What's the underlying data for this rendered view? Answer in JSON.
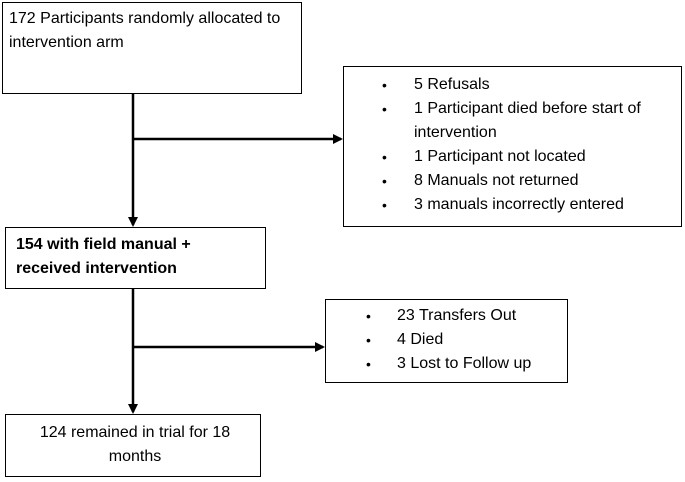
{
  "flow": {
    "allocated": "172 Participants randomly allocated to intervention arm",
    "intervention_count": "154",
    "intervention_rest": " with field manual + received intervention",
    "remained": "124 remained in trial for 18 months"
  },
  "exclusions_1": [
    "5 Refusals",
    "1 Participant died before start of intervention",
    "1 Participant not located",
    "8 Manuals not returned",
    "3 manuals incorrectly entered"
  ],
  "exclusions_2": [
    "23 Transfers Out",
    "4 Died",
    "3 Lost to Follow up"
  ],
  "bullet_glyph": "•"
}
